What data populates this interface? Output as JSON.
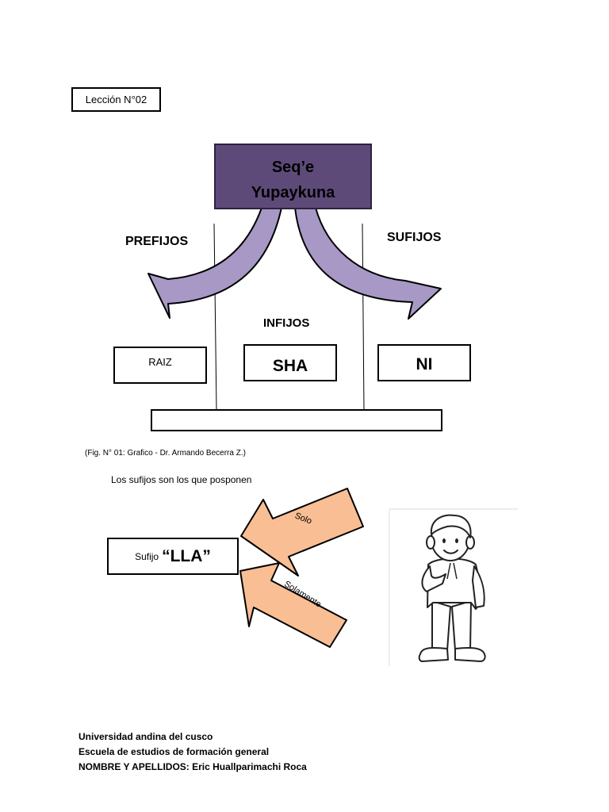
{
  "lesson_label": "Lección N°02",
  "diagram": {
    "title_line1": "Seq’e",
    "title_line2": "Yupaykuna",
    "prefijos": "PREFIJOS",
    "sufijos": "SUFIJOS",
    "infijos": "INFIJOS",
    "raiz": "RAIZ",
    "sha": "SHA",
    "ni": "NI",
    "colors": {
      "title_fill": "#5e4a78",
      "arrow_fill": "#a898c6"
    }
  },
  "caption": "(Fig. N° 01: Grafico - Dr. Armando Becerra Z.)",
  "sentence": "Los sufijos son los que posponen",
  "suffix_box": {
    "prefix": "Sufijo",
    "value": "“LLA”"
  },
  "arrows": {
    "top": "Solo",
    "bottom": "Solamente",
    "fill": "#f9be94"
  },
  "footer": {
    "line1": "Universidad andina del cusco",
    "line2": "Escuela de estudios de formación general",
    "line3": "NOMBRE Y APELLIDOS: Eric Huallparimachi Roca"
  }
}
